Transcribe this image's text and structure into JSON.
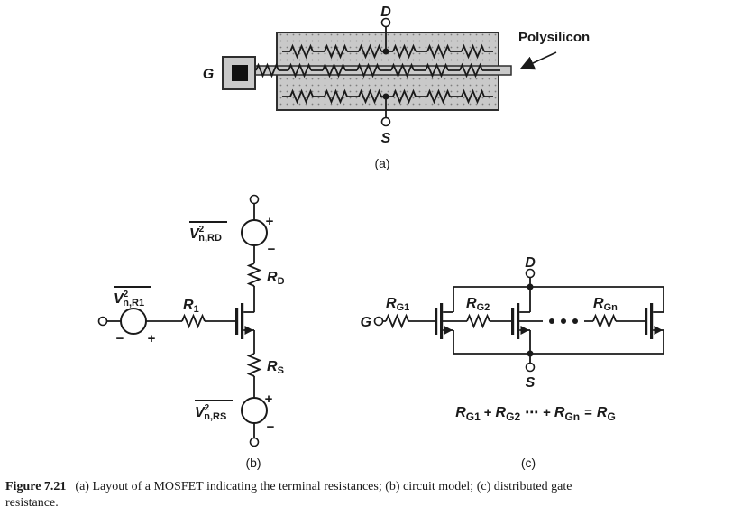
{
  "colors": {
    "ink": "#1a1a1a",
    "panel_fill": "#c9c9c9",
    "panel_border": "#2e2e2e",
    "stipple_dot": "#7d7d7d",
    "background": "#ffffff",
    "contact_black": "#111111"
  },
  "figure": {
    "caption_label": "Figure 7.21",
    "caption_text": "(a) Layout of a MOSFET indicating the terminal resistances; (b) circuit model; (c) distributed gate",
    "caption_text2": "resistance."
  },
  "panel_a": {
    "tag": "(a)",
    "drain": "D",
    "source": "S",
    "gate": "G",
    "polysilicon": "Polysilicon"
  },
  "panel_b": {
    "tag": "(b)",
    "noise_rd": {
      "base": "V",
      "sup": "2",
      "sub": "n,RD",
      "plus": "+",
      "minus": "−"
    },
    "noise_r1": {
      "base": "V",
      "sup": "2",
      "sub": "n,R1",
      "plus": "+",
      "minus": "−"
    },
    "noise_rs": {
      "base": "V",
      "sup": "2",
      "sub": "n,RS",
      "plus": "+",
      "minus": "−"
    },
    "res_d": {
      "base": "R",
      "sub": "D"
    },
    "res_1": {
      "base": "R",
      "sub": "1"
    },
    "res_s": {
      "base": "R",
      "sub": "S"
    }
  },
  "panel_c": {
    "tag": "(c)",
    "gate": "G",
    "drain": "D",
    "source": "S",
    "res_g1": {
      "base": "R",
      "sub": "G1"
    },
    "res_g2": {
      "base": "R",
      "sub": "G2"
    },
    "res_gn": {
      "base": "R",
      "sub": "Gn"
    },
    "equation": {
      "t1": "R",
      "s1": "G1",
      "op1": "+",
      "t2": "R",
      "s2": "G2",
      "dots": "⋯",
      "op2": "+",
      "t3": "R",
      "s3": "Gn",
      "op3": "=",
      "t4": "R",
      "s4": "G"
    }
  }
}
